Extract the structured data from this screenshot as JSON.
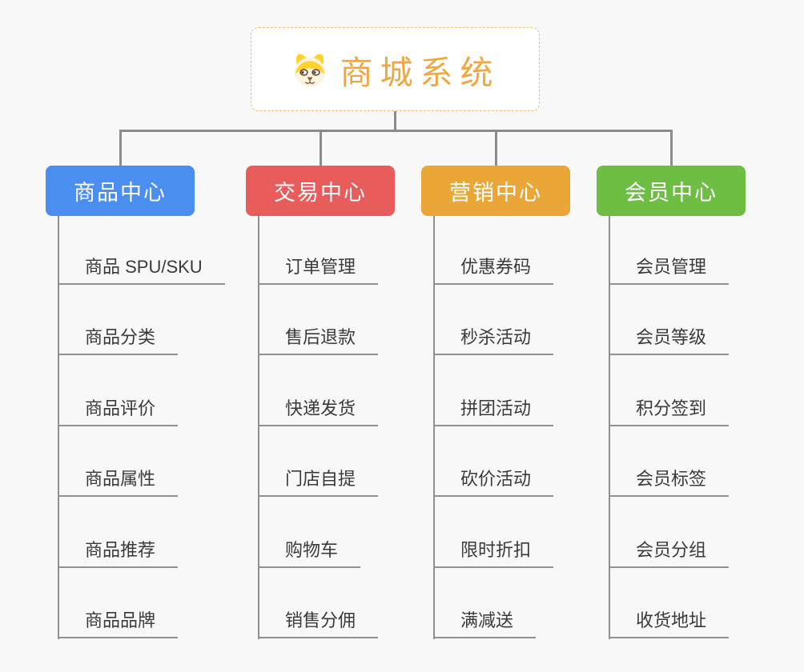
{
  "page": {
    "background_color": "#f8f8f8",
    "connector_color": "#8c8c8c"
  },
  "root": {
    "title": "商城系统",
    "icon": "dog-face-icon",
    "text_color": "#f0a73e",
    "border_color": "#f0be70",
    "icon_colors": {
      "fur_yellow": "#ffd32b",
      "muzzle_cream": "#fdf3de",
      "features_brown": "#8c6239"
    }
  },
  "branches": [
    {
      "label": "商品中心",
      "color": "#4a8ef0",
      "items": [
        "商品 SPU/SKU",
        "商品分类",
        "商品评价",
        "商品属性",
        "商品推荐",
        "商品品牌"
      ]
    },
    {
      "label": "交易中心",
      "color": "#e85d5c",
      "items": [
        "订单管理",
        "售后退款",
        "快递发货",
        "门店自提",
        "购物车",
        "销售分佣"
      ]
    },
    {
      "label": "营销中心",
      "color": "#eaa737",
      "items": [
        "优惠券码",
        "秒杀活动",
        "拼团活动",
        "砍价活动",
        "限时折扣",
        "满减送"
      ]
    },
    {
      "label": "会员中心",
      "color": "#6ebe44",
      "items": [
        "会员管理",
        "会员等级",
        "积分签到",
        "会员标签",
        "会员分组",
        "收货地址"
      ]
    }
  ]
}
